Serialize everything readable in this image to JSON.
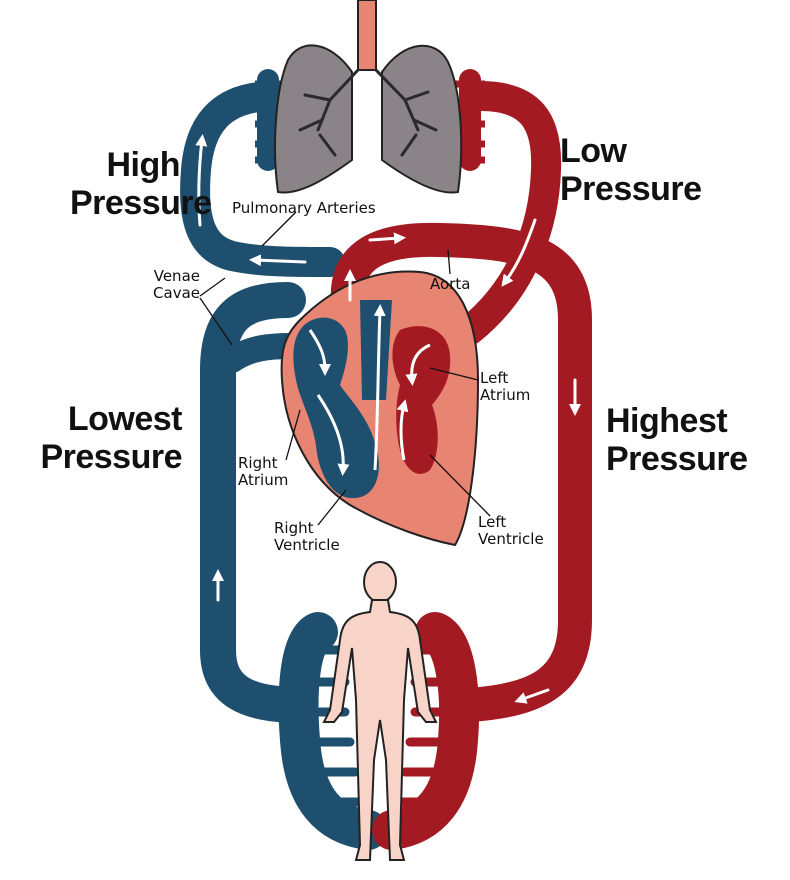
{
  "labels": {
    "high_pressure": [
      "High",
      "Pressure"
    ],
    "low_pressure": [
      "Low",
      "Pressure"
    ],
    "lowest_pressure": [
      "Lowest",
      "Pressure"
    ],
    "highest_pressure": [
      "Highest",
      "Pressure"
    ],
    "pulmonary_arteries": "Pulmonary Arteries",
    "venae_cavae": [
      "Venae",
      "Cavae"
    ],
    "aorta": "Aorta",
    "left_atrium": [
      "Left",
      "Atrium"
    ],
    "right_atrium": [
      "Right",
      "Atrium"
    ],
    "right_ventricle": [
      "Right",
      "Ventricle"
    ],
    "left_ventricle": [
      "Left",
      "Ventricle"
    ]
  },
  "colors": {
    "deoxygenated": "#1f4f6e",
    "oxygenated": "#a31a22",
    "heart_muscle": "#e88472",
    "lungs": "#8a8488",
    "body": "#f7d3c8",
    "flow_arrow": "#ffffff"
  }
}
